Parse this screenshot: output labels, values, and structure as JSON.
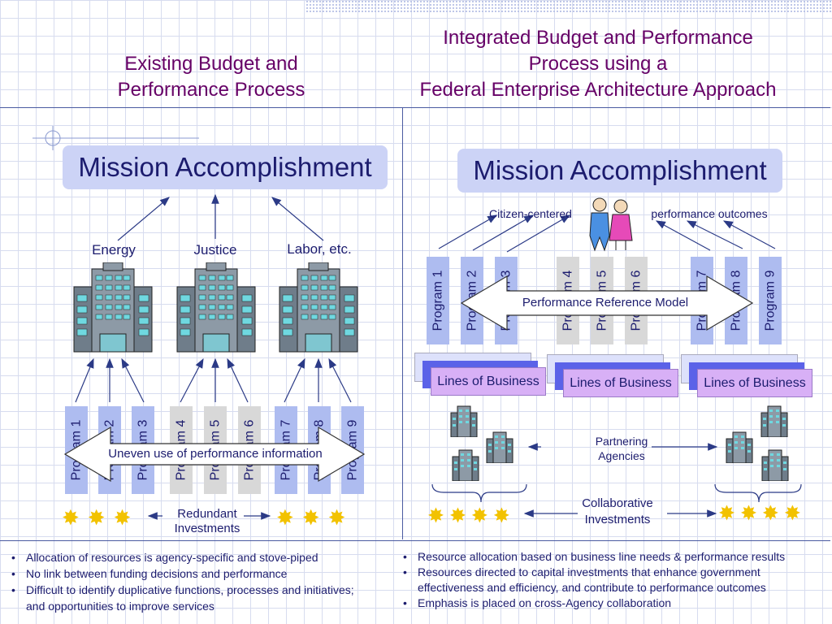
{
  "titles": {
    "left": "Existing Budget and\nPerformance Process",
    "right": "Integrated Budget and Performance\nProcess using a\nFederal Enterprise Architecture Approach"
  },
  "left": {
    "mission": "Mission Accomplishment",
    "agencies": [
      "Energy",
      "Justice",
      "Labor, etc."
    ],
    "programs": [
      "Program 1",
      "Program 2",
      "Program 3",
      "Program 4",
      "Program 5",
      "Program 6",
      "Program 7",
      "Program 8",
      "Program 9"
    ],
    "arrow_text": "Uneven use of performance information",
    "redundant": "Redundant\nInvestments",
    "bullets": [
      "Allocation of resources is agency-specific and stove-piped",
      "No link between funding decisions and performance",
      "Difficult to identify duplicative functions, processes and initiatives; and opportunities to improve services"
    ]
  },
  "right": {
    "mission": "Mission Accomplishment",
    "citizen": "Citizen-centered",
    "outcomes": "performance outcomes",
    "programs": [
      "Program 1",
      "Program 2",
      "Program 3",
      "Program 4",
      "Program 5",
      "Program 6",
      "Program 7",
      "Program 8",
      "Program 9"
    ],
    "prm": "Performance Reference Model",
    "lob": [
      "Lines of Business",
      "Lines of Business",
      "Lines of Business"
    ],
    "partnering": "Partnering\nAgencies",
    "collab": "Collaborative\nInvestments",
    "bullets": [
      "Resource allocation based on business line needs & performance results",
      "Resources directed to capital investments that enhance government effectiveness and efficiency, and contribute to performance outcomes",
      "Emphasis is placed on cross-Agency collaboration"
    ]
  }
}
